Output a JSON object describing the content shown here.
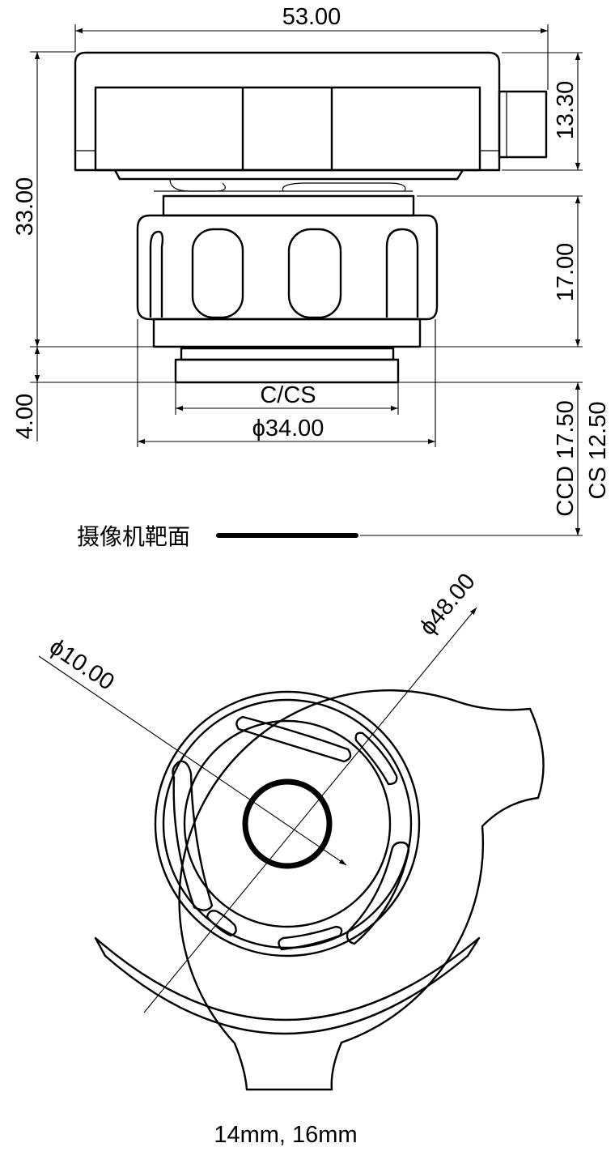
{
  "side_view": {
    "dim_width": "53.00",
    "dim_height_total": "33.00",
    "dim_top_stub": "13.30",
    "dim_ring_height": "17.00",
    "dim_thread_height": "4.00",
    "thread_label": "C/CS",
    "dim_ring_diameter": "ϕ34.00",
    "flange_ccd": "CCD 17.50",
    "flange_cs": "CS 12.50",
    "sensor_label": "摄像机靶面"
  },
  "top_view": {
    "dim_outer_diameter": "ϕ48.00",
    "dim_inner_diameter": "ϕ10.00",
    "caption": "14mm, 16mm"
  }
}
